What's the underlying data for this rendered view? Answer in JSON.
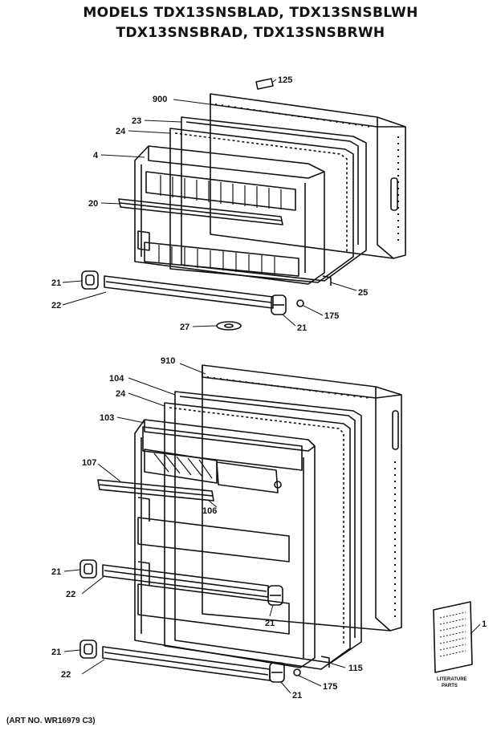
{
  "header": {
    "title_line1": "MODELS TDX13SNSBLAD, TDX13SNSBLWH",
    "title_line2": "TDX13SNSBRAD, TDX13SNSBRWH"
  },
  "top_assembly": {
    "callouts": {
      "c125": "125",
      "c900": "900",
      "c23": "23",
      "c24": "24",
      "c4": "4",
      "c20": "20",
      "c25": "25",
      "c21a": "21",
      "c22": "22",
      "c21b": "21",
      "c175": "175",
      "c27": "27"
    }
  },
  "bottom_assembly": {
    "callouts": {
      "c910": "910",
      "c104": "104",
      "c24": "24",
      "c103": "103",
      "c107": "107",
      "c106": "106",
      "c21a": "21",
      "c22a": "22",
      "c21b": "21",
      "c21c": "21",
      "c22b": "22",
      "c115": "115",
      "c175": "175",
      "c21d": "21",
      "c1": "1"
    }
  },
  "literature": {
    "label_line1": "LITERATURE",
    "label_line2": "PARTS"
  },
  "footer": {
    "art_no": "(ART NO. WR16979 C3)"
  }
}
